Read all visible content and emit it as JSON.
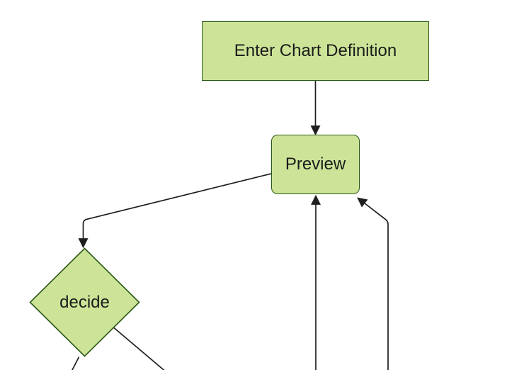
{
  "diagram": {
    "type": "flowchart",
    "direction": "top-down",
    "nodes": [
      {
        "id": "A",
        "label": "Enter Chart Definition",
        "shape": "rectangle"
      },
      {
        "id": "B",
        "label": "Preview",
        "shape": "rounded-rectangle"
      },
      {
        "id": "C",
        "label": "decide",
        "shape": "diamond"
      }
    ],
    "edges": [
      {
        "from": "A",
        "to": "B",
        "arrow": true,
        "description": "vertical arrow from Enter Chart Definition down into top of Preview"
      },
      {
        "from": "B",
        "to": "C",
        "arrow": true,
        "description": "line from left side of Preview down-left with elbow, arrow into top vertex of decide diamond"
      },
      {
        "from": "offscreen-bottom",
        "to": "B",
        "arrow": true,
        "description": "vertical line rising from bottom edge of canvas, arrow into bottom of Preview"
      },
      {
        "from": "offscreen-bottom",
        "to": "B",
        "arrow": true,
        "description": "vertical line rising from bottom edge with elbow, diagonal arrow into bottom-right corner of Preview"
      },
      {
        "from": "C",
        "to": "offscreen-bottom-left",
        "arrow": false,
        "description": "line leaving bottom vertex of decide, exiting bottom edge of canvas"
      },
      {
        "from": "C",
        "to": "offscreen-bottom-right",
        "arrow": false,
        "description": "line leaving lower-right edge of decide, exiting bottom edge of canvas"
      }
    ]
  },
  "theme": {
    "background": "#ffffff",
    "node_fill": "#cde498",
    "node_stroke": "#2a5715",
    "edge_color": "#1f1f1f",
    "text_color": "#1b1b1b"
  }
}
